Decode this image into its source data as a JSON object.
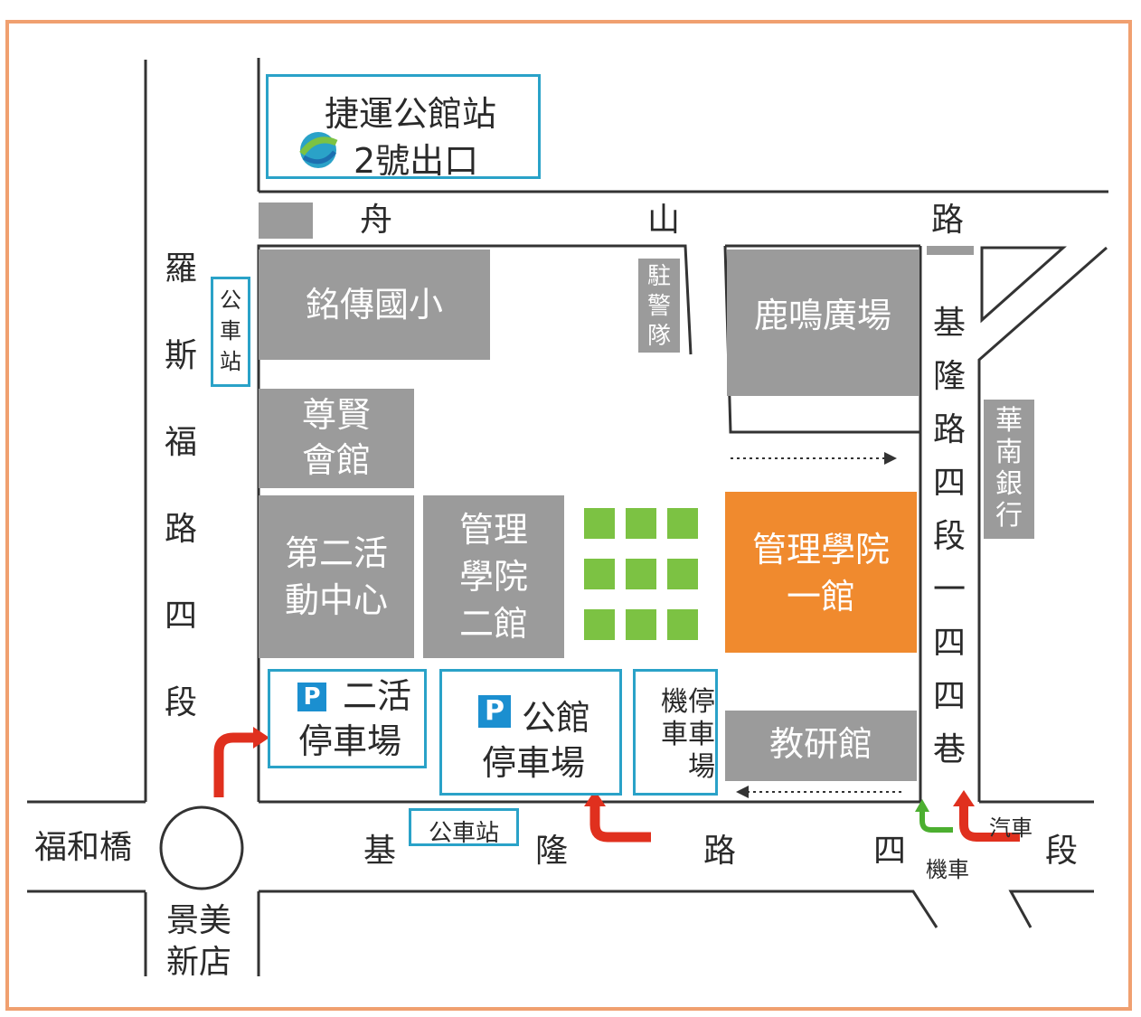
{
  "colors": {
    "frame": "#f0a070",
    "building_gray": "#9b9b9b",
    "highlight_orange": "#f08a2e",
    "outline_blue": "#2aa2c8",
    "parking_blue": "#1b8fd0",
    "tree_green": "#7cc243",
    "arrow_red": "#e0301e",
    "arrow_green": "#4caf30"
  },
  "mrt": {
    "line1": "捷運公館站",
    "line2": "2號出口",
    "icon": "mrt-logo-icon"
  },
  "roads": {
    "zhoushan": [
      "舟",
      "山",
      "路"
    ],
    "roosevelt": "羅\n斯\n福\n路\n四\n段",
    "keelung_lane": "基\n隆\n路\n四\n段\n一\n四\n四\n巷",
    "keelung_main": [
      "基",
      "隆",
      "路",
      "四",
      "段"
    ],
    "fuhe_bridge": "福和橋",
    "jingmei": "景美\n新店"
  },
  "buildings": {
    "mingchuan": "銘傳國小",
    "police": "駐\n警\n隊",
    "luming": "鹿鳴廣場",
    "zunxian": "尊賢\n會館",
    "activity2": "第二活\n動中心",
    "mgmt2": "管理\n學院\n二館",
    "mgmt1": "管理學院\n一館",
    "research": "教研館",
    "huanan": "華\n南\n銀\n行"
  },
  "parking": {
    "p_badge": "P",
    "er_huo": "二活\n停車場",
    "gongguan_top": "公館",
    "gongguan_bottom": "停車場",
    "moto": "機停\n車車\n場"
  },
  "bus": {
    "left": "公\n車\n站",
    "bottom": "公車站"
  },
  "entrance": {
    "car": "汽車",
    "moto": "機車"
  }
}
